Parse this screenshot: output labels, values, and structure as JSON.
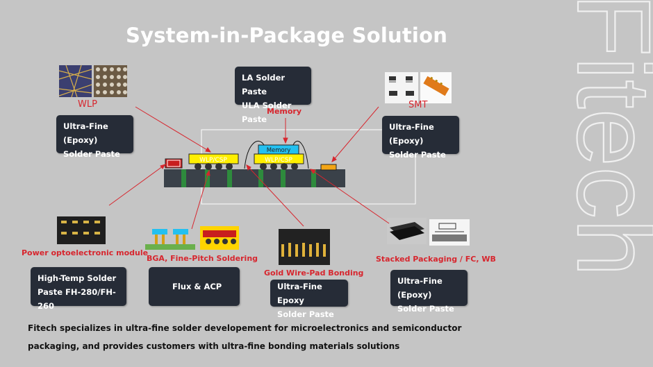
{
  "slide": {
    "title": "System-in-Package Solution",
    "watermark": "Fitech",
    "boxes": {
      "wlp_paste": [
        "Ultra-Fine (Epoxy)",
        "Solder Paste"
      ],
      "memory_paste": [
        "LA Solder Paste",
        "ULA Solder Paste"
      ],
      "smt_paste": [
        "Ultra-Fine (Epoxy)",
        "Solder Paste"
      ],
      "hightemp_paste": [
        "High-Temp Solder",
        "Paste FH-280/FH-260"
      ],
      "flux": [
        "Flux & ACP"
      ],
      "goldwire_epoxy": [
        "Ultra-Fine Epoxy",
        "Solder Paste"
      ],
      "stacked_paste": [
        "Ultra-Fine (Epoxy)",
        "Solder Paste"
      ]
    },
    "labels": {
      "wlp": "WLP",
      "smt": "SMT",
      "memory": "Memory",
      "power": "Power optoelectronic module",
      "bga": "BGA, Fine-Pitch Soldering",
      "goldwire": "Gold Wire-Pad Bonding",
      "stacked": "Stacked Packaging / FC, WB"
    },
    "diagram": {
      "memory_chip": "Memory",
      "wlp_chip_left": "WLP/CSP",
      "wlp_chip_right": "WLP/CSP"
    },
    "footer": [
      "Fitech specializes in ultra-fine solder developement for microelectronics and semiconductor",
      "packaging, and provides customers with ultra-fine bonding materials solutions"
    ],
    "colors": {
      "background": "#c5c5c5",
      "box": "#262c37",
      "accent_red": "#d7262e",
      "substrate": "#3a4149",
      "via_green": "#2e8b3d",
      "chip_yellow": "#ffef00",
      "memory_cyan": "#23c0f0"
    }
  }
}
